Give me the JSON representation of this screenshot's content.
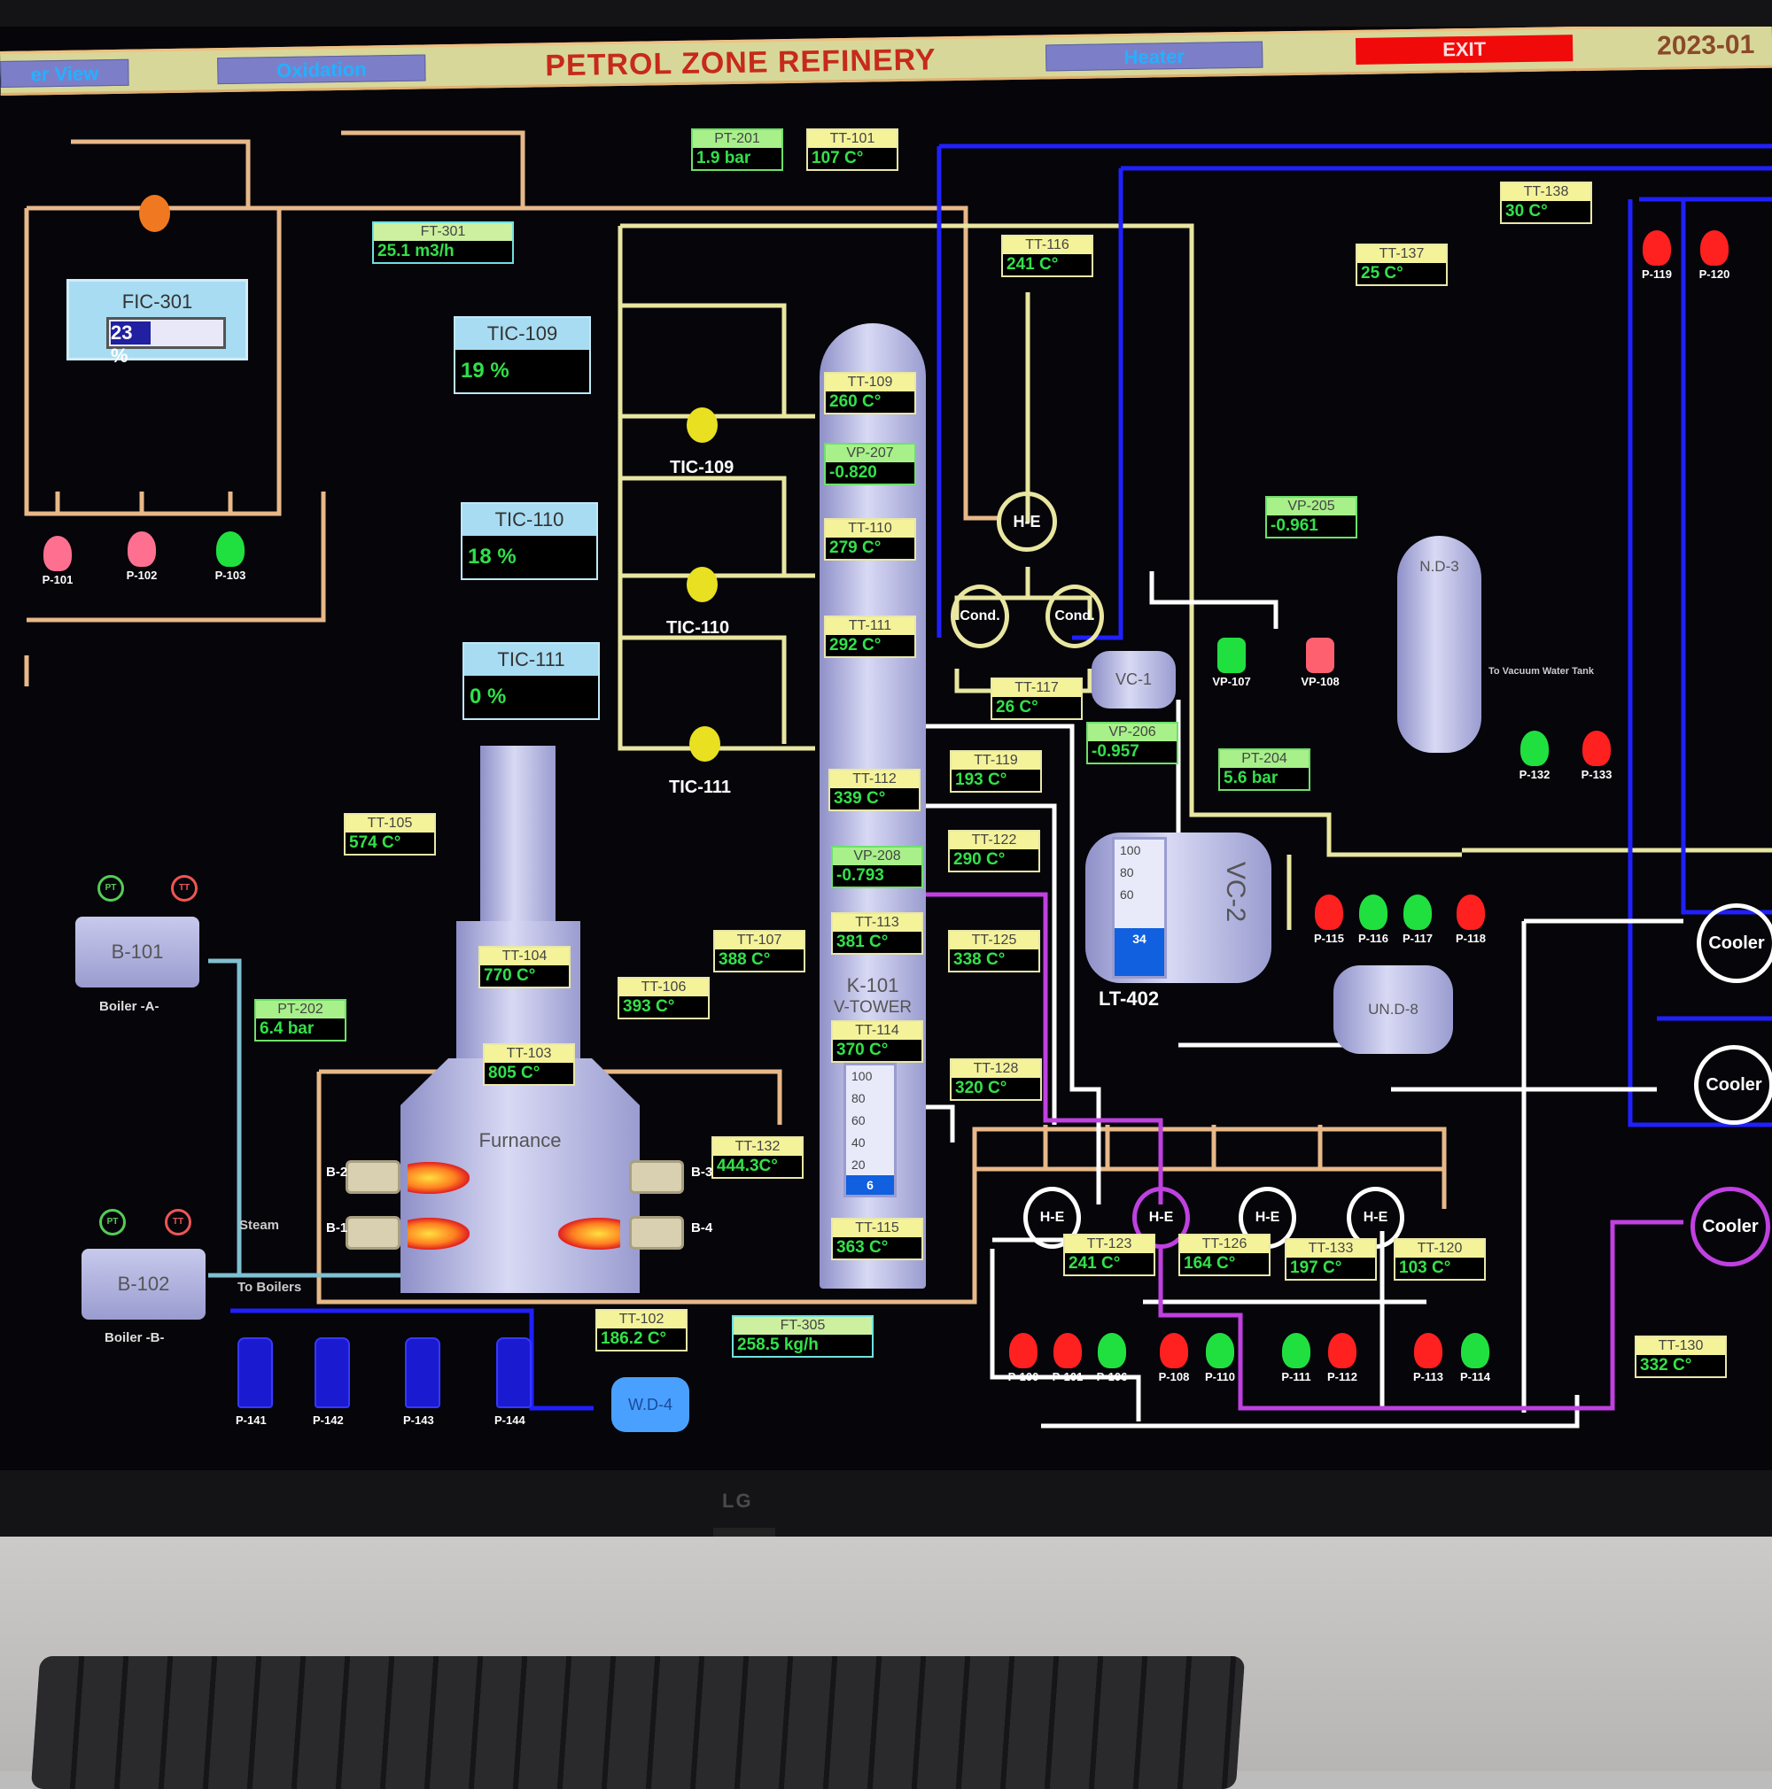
{
  "header": {
    "nav_overview": "er View",
    "nav_oxidation": "Oxidation",
    "title": "PETROL ZONE REFINERY",
    "nav_heater": "Heater",
    "exit": "EXIT",
    "date": "2023-01"
  },
  "monitor_brand": "LG",
  "controllers": {
    "fic301": {
      "name": "FIC-301",
      "value": "23 %",
      "percent": 23
    },
    "tic109": {
      "name": "TIC-109",
      "value": "19 %"
    },
    "tic110": {
      "name": "TIC-110",
      "value": "18 %"
    },
    "tic111": {
      "name": "TIC-111",
      "value": "0 %"
    }
  },
  "tags": {
    "pt201": {
      "name": "PT-201",
      "value": "1.9 bar"
    },
    "tt101": {
      "name": "TT-101",
      "value": "107 C°"
    },
    "ft301": {
      "name": "FT-301",
      "value": "25.1 m3/h"
    },
    "tt116": {
      "name": "TT-116",
      "value": "241 C°"
    },
    "tt137": {
      "name": "TT-137",
      "value": "25 C°"
    },
    "tt138": {
      "name": "TT-138",
      "value": "30 C°"
    },
    "tt109": {
      "name": "TT-109",
      "value": "260 C°"
    },
    "vp207": {
      "name": "VP-207",
      "value": "-0.820"
    },
    "tt110": {
      "name": "TT-110",
      "value": "279 C°"
    },
    "tt111": {
      "name": "TT-111",
      "value": "292 C°"
    },
    "tt117": {
      "name": "TT-117",
      "value": "26 C°"
    },
    "vp205": {
      "name": "VP-205",
      "value": "-0.961"
    },
    "vp206": {
      "name": "VP-206",
      "value": "-0.957"
    },
    "pt204": {
      "name": "PT-204",
      "value": "5.6 bar"
    },
    "tt119": {
      "name": "TT-119",
      "value": "193 C°"
    },
    "tt112": {
      "name": "TT-112",
      "value": "339 C°"
    },
    "tt122": {
      "name": "TT-122",
      "value": "290 C°"
    },
    "vp208": {
      "name": "VP-208",
      "value": "-0.793"
    },
    "tt113": {
      "name": "TT-113",
      "value": "381 C°"
    },
    "tt125": {
      "name": "TT-125",
      "value": "338 C°"
    },
    "tt114": {
      "name": "TT-114",
      "value": "370 C°"
    },
    "tt128": {
      "name": "TT-128",
      "value": "320 C°"
    },
    "tt115": {
      "name": "TT-115",
      "value": "363 C°"
    },
    "tt105": {
      "name": "TT-105",
      "value": "574 C°"
    },
    "tt104": {
      "name": "TT-104",
      "value": "770 C°"
    },
    "tt103": {
      "name": "TT-103",
      "value": "805 C°"
    },
    "tt107": {
      "name": "TT-107",
      "value": "388 C°"
    },
    "tt106": {
      "name": "TT-106",
      "value": "393 C°"
    },
    "pt202": {
      "name": "PT-202",
      "value": "6.4 bar"
    },
    "tt132": {
      "name": "TT-132",
      "value": "444.3C°"
    },
    "tt102": {
      "name": "TT-102",
      "value": "186.2 C°"
    },
    "ft305": {
      "name": "FT-305",
      "value": "258.5 kg/h"
    },
    "tt123": {
      "name": "TT-123",
      "value": "241 C°"
    },
    "tt126": {
      "name": "TT-126",
      "value": "164 C°"
    },
    "tt133": {
      "name": "TT-133",
      "value": "197 C°"
    },
    "tt120": {
      "name": "TT-120",
      "value": "103 C°"
    },
    "tt130": {
      "name": "TT-130",
      "value": "332 C°"
    }
  },
  "equipment": {
    "tower": "K-101",
    "tower_sub": "V-TOWER",
    "furnace": "Furnance",
    "b101": "B-101",
    "b102": "B-102",
    "boiler_a": "Boiler -A-",
    "boiler_b": "Boiler -B-",
    "vc1": "VC-1",
    "vc2": "VC-2",
    "lt402": "LT-402",
    "nd3": "N.D-3",
    "und8": "UN.D-8",
    "wd4": "W.D-4",
    "he": "H-E",
    "cond": "Cond.",
    "cooler": "Cooler",
    "b1": "B-1",
    "b2": "B-2",
    "b3": "B-3",
    "b4": "B-4",
    "pt_inst": "PT",
    "tt_inst": "TT",
    "valve109": "TIC-109",
    "valve110": "TIC-110",
    "valve111": "TIC-111"
  },
  "labels": {
    "to_boilers": "To Boilers",
    "steam": "Steam",
    "to_vacuum": "To Vacuum Water Tank"
  },
  "levels": {
    "vc2": {
      "scale": [
        "100",
        "80",
        "60"
      ],
      "value": "34",
      "percent": 34
    },
    "tower": {
      "scale": [
        "100",
        "80",
        "60",
        "40",
        "20"
      ],
      "value": "6",
      "percent": 6
    }
  },
  "pumps": [
    {
      "id": "P-101",
      "status": "#ff7090"
    },
    {
      "id": "P-102",
      "status": "#ff7090"
    },
    {
      "id": "P-103",
      "status": "#20e040"
    },
    {
      "id": "P-119",
      "status": "#ff2020"
    },
    {
      "id": "P-120",
      "status": "#ff2020"
    },
    {
      "id": "P-132",
      "status": "#20e040"
    },
    {
      "id": "P-133",
      "status": "#ff2020"
    },
    {
      "id": "VP-107",
      "status": "#20e040"
    },
    {
      "id": "VP-108",
      "status": "#ff6070"
    },
    {
      "id": "P-115",
      "status": "#ff2020"
    },
    {
      "id": "P-116",
      "status": "#20e040"
    },
    {
      "id": "P-117",
      "status": "#20e040"
    },
    {
      "id": "P-118",
      "status": "#ff2020"
    },
    {
      "id": "P-100",
      "status": "#ff2020"
    },
    {
      "id": "P-101",
      "status": "#ff2020"
    },
    {
      "id": "P-106",
      "status": "#20e040"
    },
    {
      "id": "P-108",
      "status": "#ff2020"
    },
    {
      "id": "P-110",
      "status": "#20e040"
    },
    {
      "id": "P-111",
      "status": "#20e040"
    },
    {
      "id": "P-112",
      "status": "#ff2020"
    },
    {
      "id": "P-113",
      "status": "#ff2020"
    },
    {
      "id": "P-114",
      "status": "#20e040"
    },
    {
      "id": "P-141",
      "status": "#1a1ad0"
    },
    {
      "id": "P-142",
      "status": "#1a1ad0"
    },
    {
      "id": "P-143",
      "status": "#1a1ad0"
    },
    {
      "id": "P-144",
      "status": "#1a1ad0"
    }
  ]
}
